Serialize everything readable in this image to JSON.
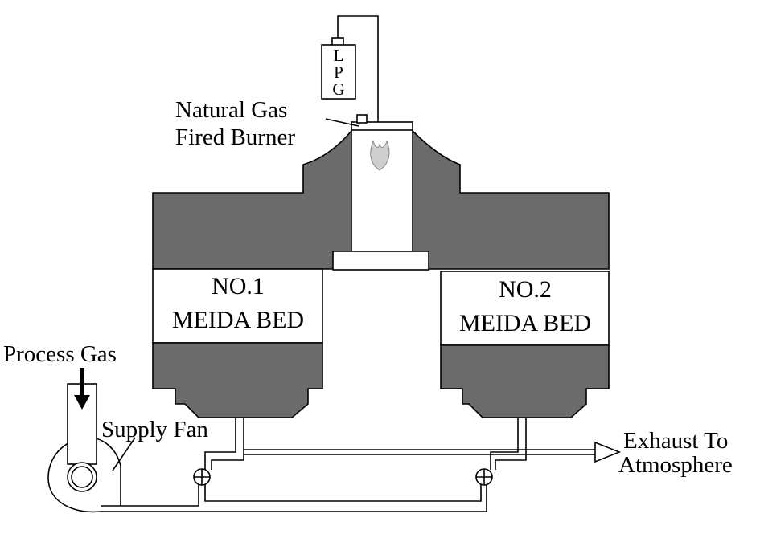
{
  "diagram": {
    "lpg_letters": [
      "L",
      "P",
      "G"
    ],
    "burner_label": [
      "Natural Gas",
      "Fired Burner"
    ],
    "bed1": {
      "line1": "NO.1",
      "line2": "MEIDA BED"
    },
    "bed2": {
      "line1": "NO.2",
      "line2": "MEIDA BED"
    },
    "process_gas_label": "Process Gas",
    "supply_fan_label": "Supply Fan",
    "exhaust_label": [
      "Exhaust To",
      "Atmosphere"
    ]
  },
  "colors": {
    "body_fill": "#6b6b6b",
    "outline": "#000000",
    "background": "#ffffff"
  }
}
